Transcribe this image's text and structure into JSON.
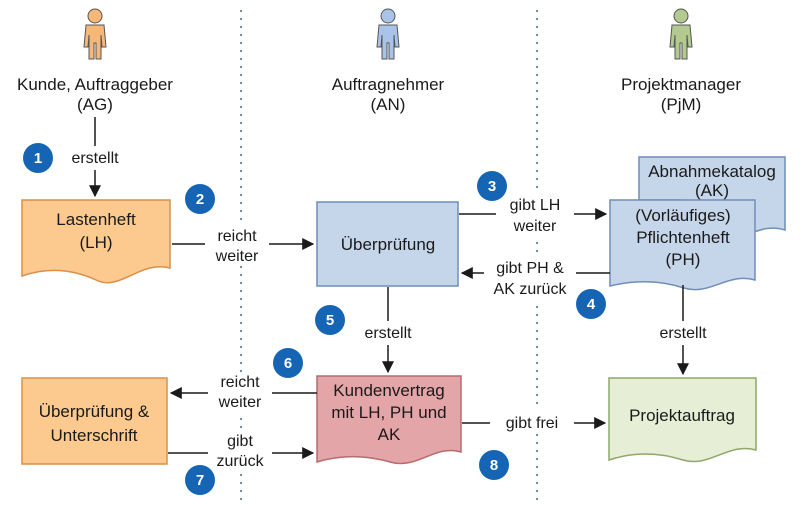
{
  "colors": {
    "orange_fill": "#FCCA8E",
    "orange_stroke": "#D9904A",
    "blue_fill": "#C6D6EA",
    "blue_stroke": "#6F8EB8",
    "red_fill": "#E3A5A8",
    "red_stroke": "#B86A70",
    "green_fill": "#E6EFD6",
    "green_stroke": "#8EA86A",
    "badge": "#1565B4",
    "person_orange": "#F7B777",
    "person_blue": "#A9C4E8",
    "person_green": "#B2C98F"
  },
  "lanes": {
    "ag": {
      "line1": "Kunde, Auftraggeber",
      "line2": "(AG)",
      "icon": "person-icon"
    },
    "an": {
      "line1": "Auftragnehmer",
      "line2": "(AN)",
      "icon": "person-icon"
    },
    "pjm": {
      "line1": "Projektmanager",
      "line2": "(PjM)",
      "icon": "person-icon"
    }
  },
  "nodes": {
    "lastenheft": {
      "line1": "Lastenheft",
      "line2": "(LH)"
    },
    "ueberpruefung": {
      "line1": "Überprüfung"
    },
    "abnahmekatalog": {
      "line1": "Abnahmekatalog",
      "line2": "(AK)"
    },
    "pflichtenheft": {
      "line1": "(Vorläufiges)",
      "line2": "Pflichtenheft",
      "line3": "(PH)"
    },
    "kundenvertrag": {
      "line1": "Kundenvertrag",
      "line2": "mit LH, PH und",
      "line3": "AK"
    },
    "ueberpruefung_unterschrift": {
      "line1": "Überprüfung &",
      "line2": "Unterschrift"
    },
    "projektauftrag": {
      "line1": "Projektauftrag"
    }
  },
  "edges": {
    "erstellt_lh": "erstellt",
    "reicht_weiter_1": {
      "line1": "reicht",
      "line2": "weiter"
    },
    "gibt_lh_weiter": {
      "line1": "gibt LH",
      "line2": "weiter"
    },
    "gibt_ph_ak_zurueck": {
      "line1": "gibt PH &",
      "line2": "AK zurück"
    },
    "erstellt_vertrag": "erstellt",
    "erstellt_auftrag": "erstellt",
    "reicht_weiter_2": {
      "line1": "reicht",
      "line2": "weiter"
    },
    "gibt_zurueck": {
      "line1": "gibt",
      "line2": "zurück"
    },
    "gibt_frei": "gibt frei"
  },
  "badges": [
    "1",
    "2",
    "3",
    "4",
    "5",
    "6",
    "7",
    "8"
  ]
}
